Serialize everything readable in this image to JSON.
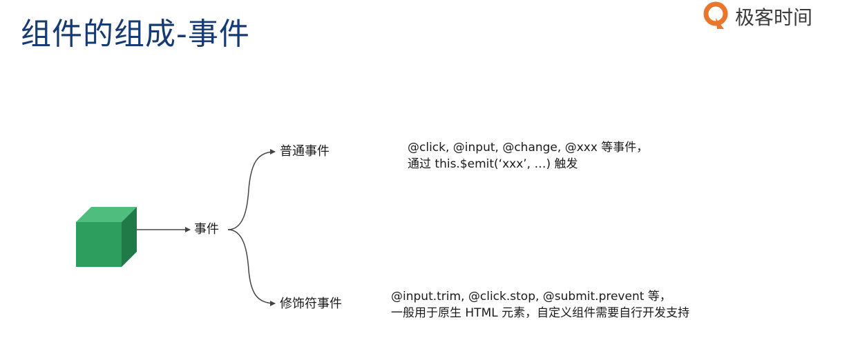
{
  "title": "组件的组成-事件",
  "brand": {
    "name": "极客时间",
    "color": "#e8762c"
  },
  "diagram": {
    "center_label": "事件",
    "component_color": "#2e9e5e",
    "branches": [
      {
        "label": "普通事件",
        "description": [
          "@click, @input, @change, @xxx 等事件，",
          "通过 this.$emit(‘xxx’, …) 触发"
        ]
      },
      {
        "label": "修饰符事件",
        "description": [
          "@input.trim, @click.stop, @submit.prevent 等，",
          "一般用于原生 HTML 元素，自定义组件需要自行开发支持"
        ]
      }
    ]
  }
}
